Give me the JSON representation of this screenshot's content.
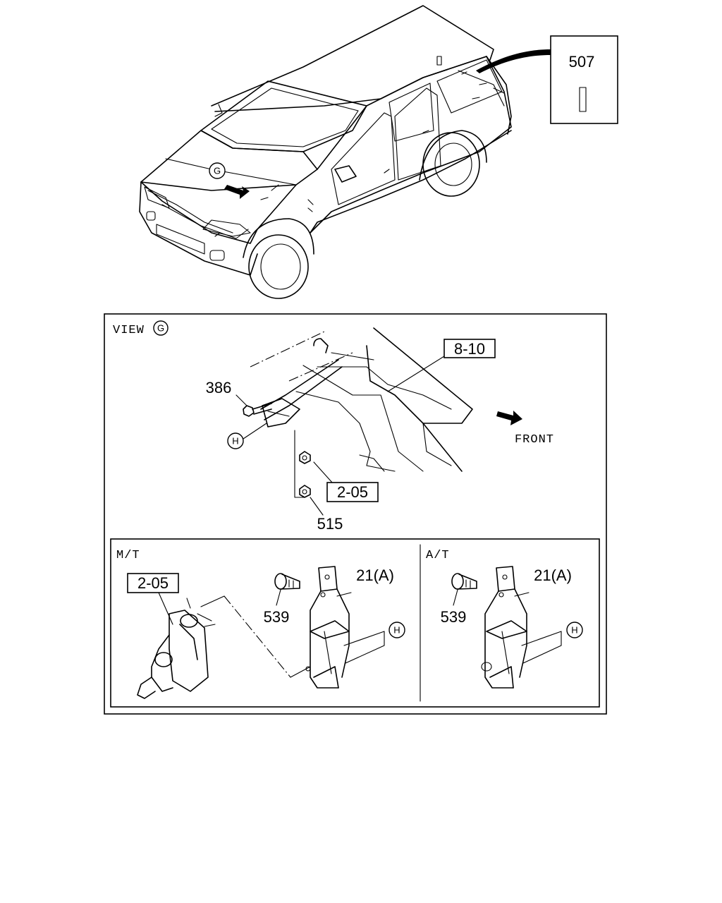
{
  "top": {
    "ref_label": "507",
    "view_marker": "G"
  },
  "view_panel": {
    "title": "VIEW",
    "title_marker": "G",
    "parts": {
      "p386": "386",
      "p8_10": "8-10",
      "p2_05": "2-05",
      "p515": "515",
      "h_marker": "H"
    },
    "front_label": "FRONT"
  },
  "mt_panel": {
    "title": "M/T",
    "ref_box": "2-05",
    "p539": "539",
    "p21a": "21(A)",
    "h_marker": "H"
  },
  "at_panel": {
    "title": "A/T",
    "p539": "539",
    "p21a": "21(A)",
    "h_marker": "H"
  }
}
